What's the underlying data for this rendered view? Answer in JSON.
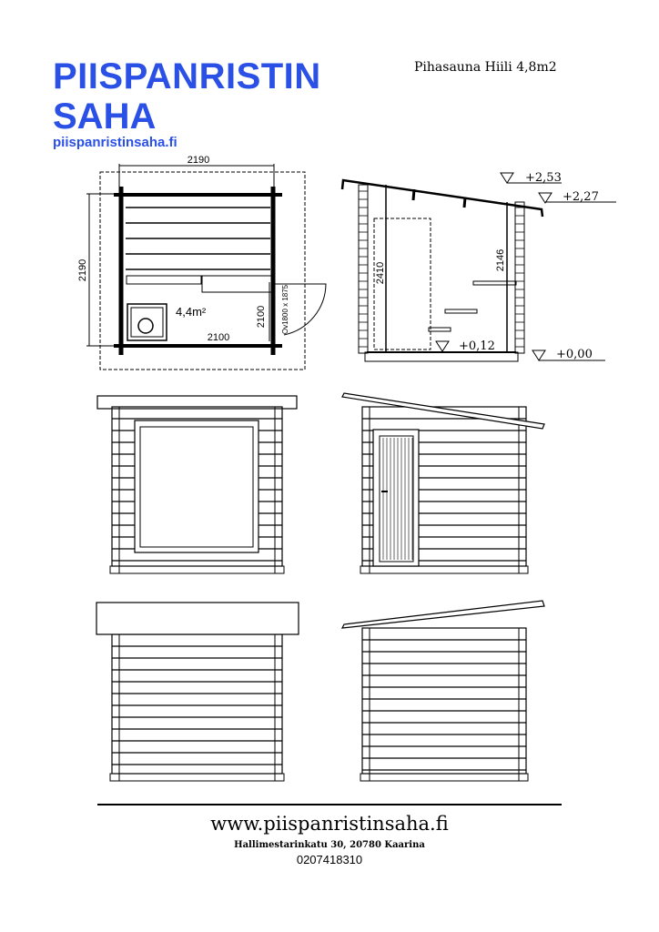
{
  "logo": {
    "line1": "PIISPANRISTIN",
    "line2": "SAHA",
    "url": "piispanristinsaha.fi",
    "color": "#2b50e6"
  },
  "title": "Pihasauna Hiili 4,8m2",
  "floor_plan": {
    "width_dim": "2190",
    "depth_dim": "2190",
    "inner_width": "2100",
    "inner_depth": "2100",
    "area": "4,4m²",
    "door": "Ov1800 x 1875"
  },
  "section": {
    "height_left": "2410",
    "height_right": "2146",
    "levels": [
      "+2,53",
      "+2,27",
      "+0,12",
      "+0,00"
    ]
  },
  "footer": {
    "url": "www.piispanristinsaha.fi",
    "address": "Hallimestarinkatu 30, 20780 Kaarina",
    "phone": "0207418310"
  }
}
